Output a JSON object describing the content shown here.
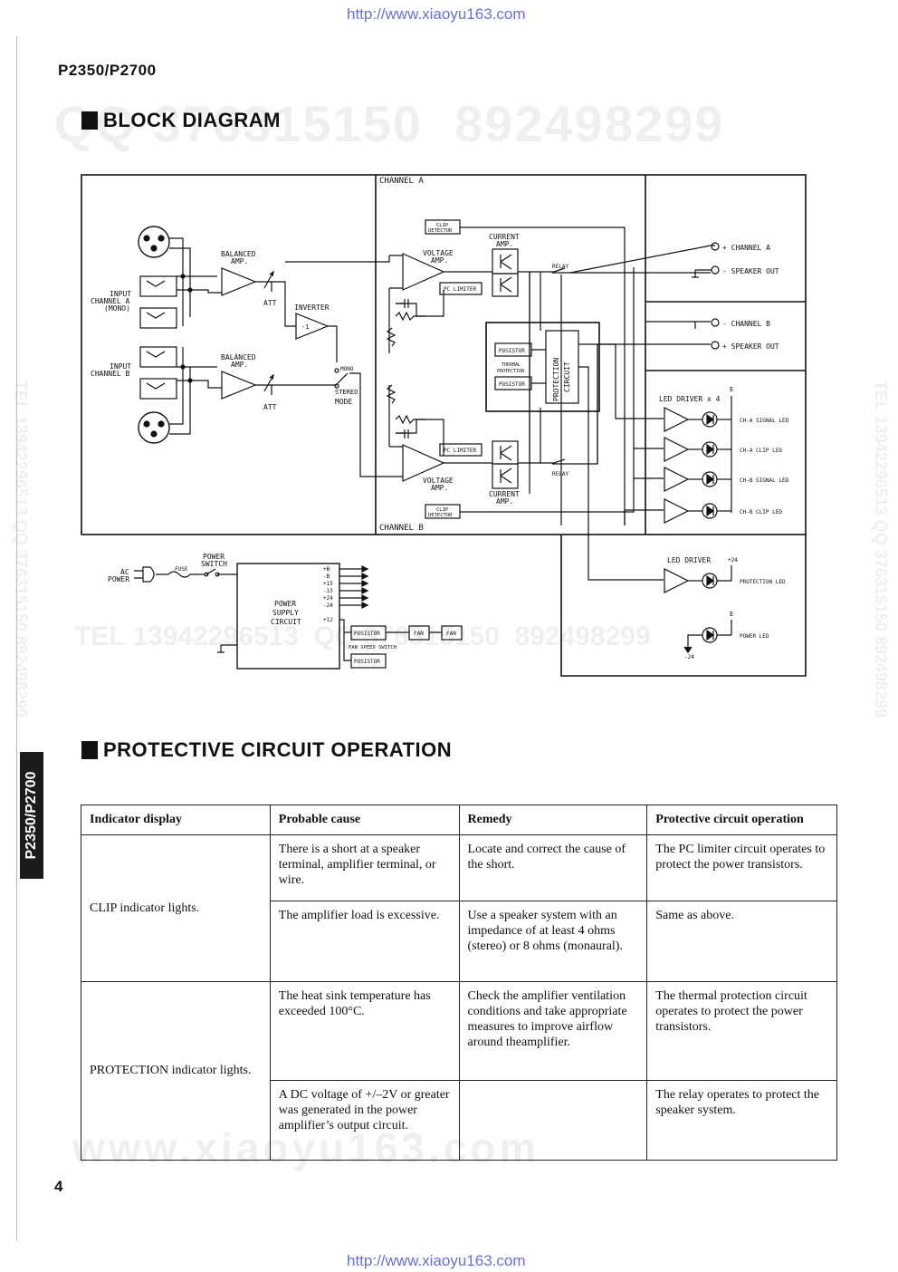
{
  "page": {
    "url_top": "http://www.xiaoyu163.com",
    "url_bottom": "http://www.xiaoyu163.com",
    "model": "P2350/P2700",
    "side_tab": "P2350/P2700",
    "page_number": "4",
    "watermarks": {
      "qq": "QQ 376315150  892498299",
      "tel_line": "TEL 13942296513  QQ 376315150  892498299",
      "tel_right": "TEL 13942296513 QQ 376315150 892498299",
      "www": "www.xiaoyu163.com"
    }
  },
  "block_diagram": {
    "title": "BLOCK DIAGRAM",
    "labels": {
      "channel_a": "CHANNEL A",
      "channel_b": "CHANNEL B",
      "clip_detector_1": "CLIP",
      "clip_detector_2": "DETECTOR",
      "current_amp_1": "CURRENT",
      "current_amp_2": "AMP.",
      "voltage_amp_1": "VOLTAGE",
      "voltage_amp_2": "AMP.",
      "pc_limiter": "PC LIMITER",
      "relay": "RELAY",
      "balanced_amp_1": "BALANCED",
      "balanced_amp_2": "AMP.",
      "att": "ATT",
      "inverter": "INVERTER",
      "inverter_sym": "-1",
      "input_a_1": "INPUT",
      "input_a_2": "CHANNEL A",
      "input_a_3": "(MONO)",
      "input_b_1": "INPUT",
      "input_b_2": "CHANNEL B",
      "mono": "MONO",
      "stereo": "STEREO",
      "mode": "MODE",
      "posistor": "POSISTOR",
      "thermal_1": "THERMAL",
      "thermal_2": "PROTECTION",
      "protection_circuit_1": "PROTECTION",
      "protection_circuit_2": "CIRCUIT",
      "plus_channel_a": "+ CHANNEL A",
      "minus_speaker_out": "- SPEAKER OUT",
      "minus_channel_b": "- CHANNEL B",
      "plus_speaker_out": "+ SPEAKER OUT",
      "led_driver_x4": "LED DRIVER x 4",
      "e": "E",
      "cha_signal_led": "CH-A SIGNAL LED",
      "cha_clip_led": "CH-A CLIP LED",
      "chb_signal_led": "CH-B SIGNAL LED",
      "chb_clip_led": "CH-B CLIP LED",
      "led_driver": "LED DRIVER",
      "plus24": "+24",
      "minus24": "-24",
      "protection_led": "PROTECTION LED",
      "power_led": "POWER LED",
      "ac_1": "AC",
      "ac_2": "POWER",
      "fuse": "FUSE",
      "power_switch_1": "POWER",
      "power_switch_2": "SWITCH",
      "psu_1": "POWER",
      "psu_2": "SUPPLY",
      "psu_3": "CIRCUIT",
      "rail_labels": [
        "+B",
        "-B",
        "+15",
        "-15",
        "+24",
        "-24"
      ],
      "plus12": "+12",
      "fan": "FAN",
      "fan_speed_switch": "FAN SPEED SWITCH"
    }
  },
  "protective": {
    "title": "PROTECTIVE CIRCUIT OPERATION",
    "headers": [
      "Indicator display",
      "Probable cause",
      "Remedy",
      "Protective circuit operation"
    ],
    "groups": [
      {
        "indicator": "CLIP indicator lights.",
        "rows": [
          {
            "cause": "There is a short at a speaker terminal, amplifier terminal, or wire.",
            "remedy": "Locate and correct the cause of the short.",
            "operation": "The PC limiter circuit operates to protect the power transistors."
          },
          {
            "cause": "The amplifier load is excessive.",
            "remedy": "Use a speaker system with an impedance of at least 4 ohms (stereo) or 8 ohms (monaural).",
            "operation": "Same as above."
          }
        ]
      },
      {
        "indicator": "PROTECTION indicator lights.",
        "rows": [
          {
            "cause": "The heat sink temperature has exceeded 100°C.",
            "remedy": "Check the amplifier ventilation conditions and take appropriate measures to improve airflow around theamplifier.",
            "operation": "The thermal protection circuit operates to protect the power transistors."
          },
          {
            "cause": "A DC voltage of +/–2V or greater was generated in the power amplifier’s output circuit.",
            "remedy": "",
            "operation": "The relay operates to protect the speaker system."
          }
        ]
      }
    ]
  }
}
